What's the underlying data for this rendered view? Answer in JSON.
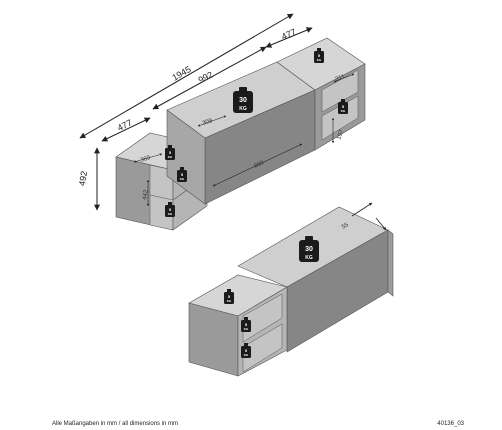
{
  "dimensions": {
    "total_width": "1945",
    "center_width": "992",
    "side_width_left": "477",
    "side_width_right": "477",
    "height": "492",
    "shelf_depth_right": "311",
    "shelf_depth_left": "360",
    "cabinet_top_depth": "309",
    "center_depth": "890",
    "right_shelf_height": "197",
    "left_shelf_height": "442",
    "overhang": "55"
  },
  "weights": {
    "big": {
      "value": "30",
      "unit": "KG"
    },
    "small": {
      "value": "5",
      "unit": "KG"
    }
  },
  "footer": {
    "note": "Alle Maßangaben in mm / all dimensions in mm",
    "code": "40136_03"
  },
  "colors": {
    "cabinet_front": "#868686",
    "shelf_top": "#d6d6d6",
    "shelf_interior": "#bcbcbc",
    "weight": "#1b1b1b"
  }
}
